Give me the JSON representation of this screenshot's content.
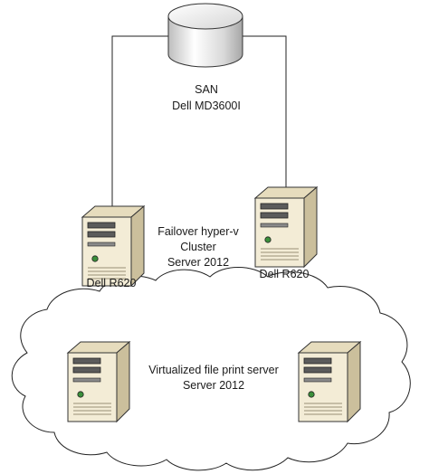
{
  "san": {
    "line1": "SAN",
    "line2": "Dell MD3600I"
  },
  "cluster": {
    "line1": "Failover hyper-v",
    "line2": "Cluster",
    "line3": "Server 2012"
  },
  "host_left": {
    "label": "Dell R620"
  },
  "host_right": {
    "label": "Dell R620"
  },
  "virtual": {
    "line1": "Virtualized file print server",
    "line2": "Server 2012"
  },
  "colors": {
    "server_front": "#f1ead5",
    "server_side": "#d2c6a5",
    "server_top": "#e3d9bc",
    "line": "#222222"
  }
}
